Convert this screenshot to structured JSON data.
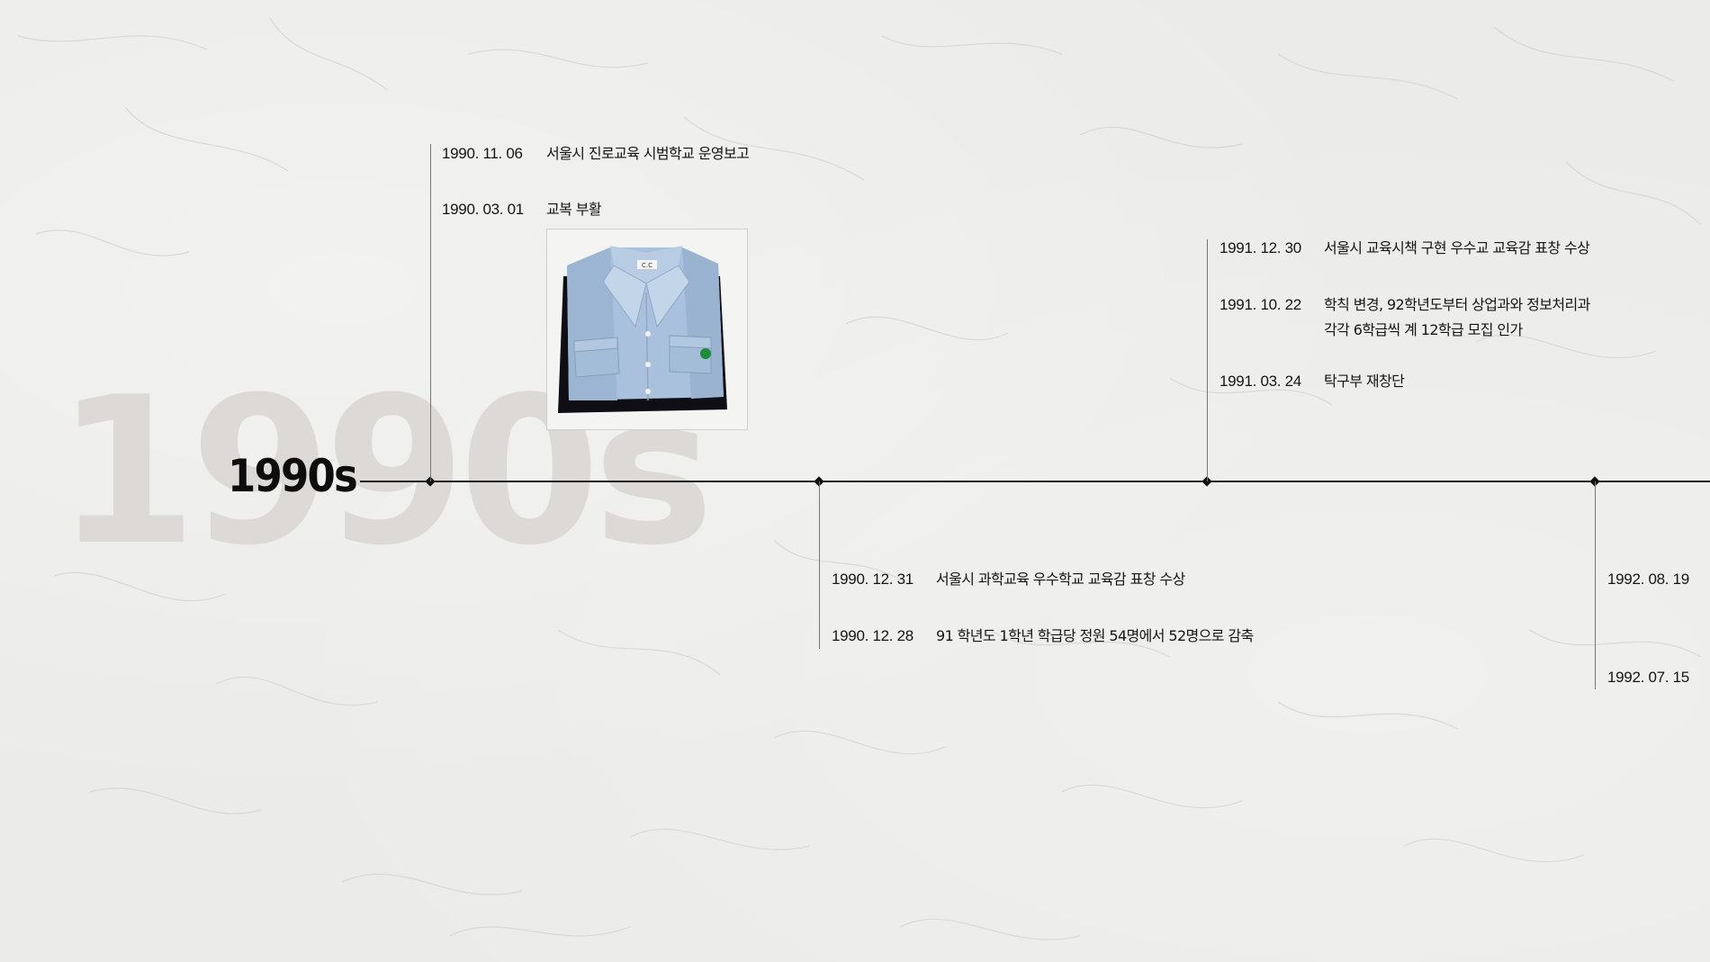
{
  "era": {
    "watermark": "1990s",
    "title": "1990s"
  },
  "events": {
    "e1": {
      "date": "1990. 11. 06",
      "desc": "서울시 진로교육 시범학교 운영보고"
    },
    "e2": {
      "date": "1990. 03. 01",
      "desc": "교복 부활"
    },
    "e3": {
      "date": "1990. 12. 31",
      "desc": "서울시 과학교육 우수학교 교육감 표창 수상"
    },
    "e4": {
      "date": "1990. 12. 28",
      "desc": "91 학년도 1학년 학급당 정원 54명에서 52명으로 감축"
    },
    "e5": {
      "date": "1991. 12. 30",
      "desc": "서울시 교육시책 구현 우수교 교육감 표창 수상"
    },
    "e6": {
      "date": "1991. 10. 22",
      "desc": "학칙 변경, 92학년도부터 상업과와 정보처리과",
      "desc2": "각각 6학급씩 계 12학급 모집 인가"
    },
    "e7": {
      "date": "1991. 03. 24",
      "desc": "탁구부 재창단"
    },
    "e8": {
      "date": "1992. 08. 19",
      "desc": ""
    },
    "e9": {
      "date": "1992. 07. 15",
      "desc": ""
    }
  },
  "photo": {
    "subject": "school-uniform-shirt",
    "logo_text": "C.C"
  },
  "colors": {
    "background": "#ebebe9",
    "axis": "#1a1a1a",
    "watermark": "#dcd9d7",
    "shirt": "#a9c1dc"
  }
}
